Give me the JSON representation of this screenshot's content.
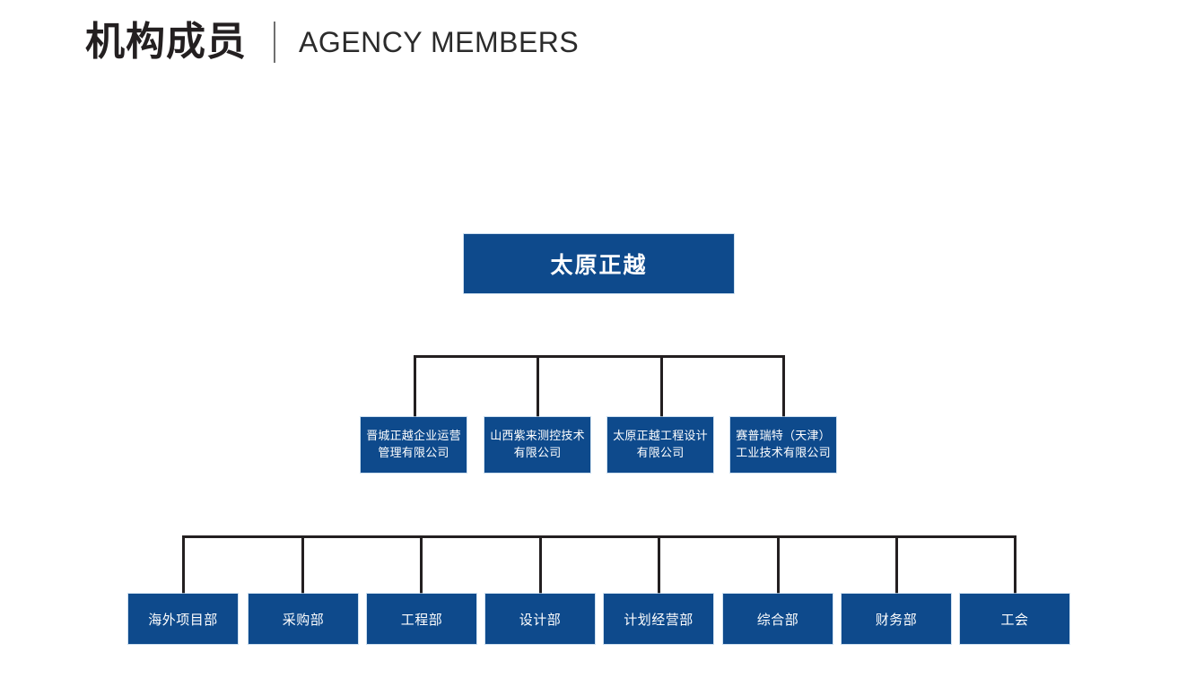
{
  "header": {
    "title_cn": "机构成员",
    "title_en": "AGENCY MEMBERS",
    "divider": "|"
  },
  "colors": {
    "node_fill": "#0e4a8c",
    "node_text": "#ffffff",
    "connector": "#231f20",
    "header_text": "#231f20",
    "background": "#ffffff"
  },
  "org_chart": {
    "root": {
      "label": "太原正越"
    },
    "subsidiaries": [
      {
        "label": "晋城正越企业运营管理有限公司"
      },
      {
        "label": "山西紫来测控技术有限公司"
      },
      {
        "label": "太原正越工程设计有限公司"
      },
      {
        "label": "赛普瑞特（天津）工业技术有限公司"
      }
    ],
    "departments": [
      {
        "label": "海外项目部"
      },
      {
        "label": "采购部"
      },
      {
        "label": "工程部"
      },
      {
        "label": "设计部"
      },
      {
        "label": "计划经营部"
      },
      {
        "label": "综合部"
      },
      {
        "label": "财务部"
      },
      {
        "label": "工会"
      }
    ]
  }
}
